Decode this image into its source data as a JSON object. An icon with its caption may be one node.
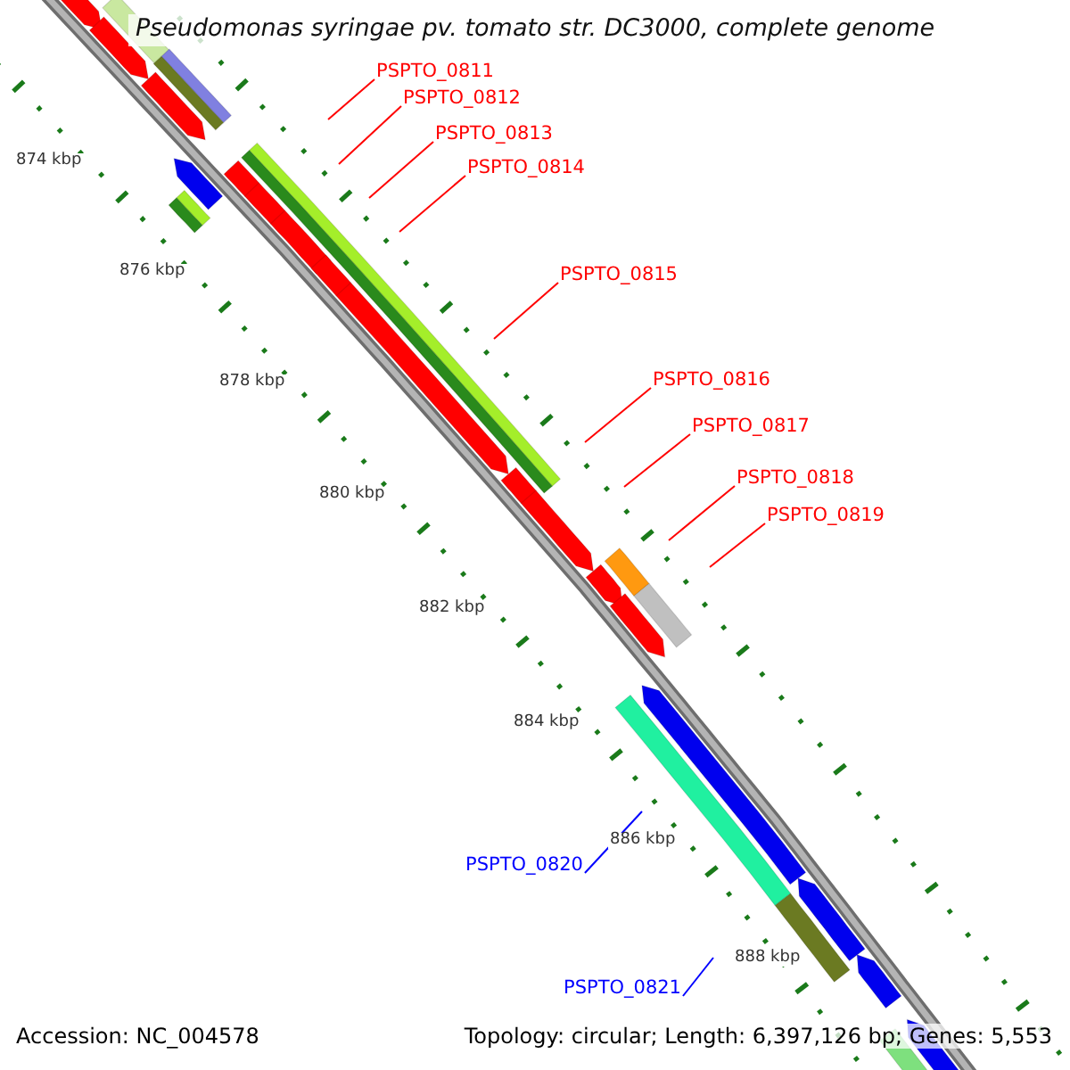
{
  "diagram": {
    "title": "Pseudomonas syringae pv. tomato str. DC3000, complete genome",
    "nodes": [
      {
        "text": [
          "PSPTO_0811"
        ]
      },
      {
        "text": [
          "PSPTO_0812"
        ]
      },
      {
        "text": [
          "PSPTO_0813"
        ]
      },
      {
        "text": [
          "PSPTO_0814"
        ]
      },
      {
        "text": [
          "PSPTO_0815"
        ]
      },
      {
        "text": [
          "PSPTO_0816"
        ]
      },
      {
        "text": [
          "PSPTO_0817"
        ]
      },
      {
        "text": [
          "PSPTO_0818"
        ]
      },
      {
        "text": [
          "PSPTO_0819"
        ]
      },
      {
        "text": [
          "PSPTO_0820"
        ]
      },
      {
        "text": [
          "PSPTO_0821"
        ]
      }
    ],
    "edges": [
      {
        "from": 0,
        "to": null,
        "arrow": "none"
      },
      {
        "from": 1,
        "to": null,
        "arrow": "none"
      },
      {
        "from": 2,
        "to": null,
        "arrow": "none"
      },
      {
        "from": 3,
        "to": null,
        "arrow": "none"
      },
      {
        "from": 4,
        "to": null,
        "arrow": "none"
      },
      {
        "from": 5,
        "to": null,
        "arrow": "none"
      },
      {
        "from": 6,
        "to": null,
        "arrow": "none"
      },
      {
        "from": 7,
        "to": null,
        "arrow": "none"
      },
      {
        "from": 8,
        "to": null,
        "arrow": "none"
      },
      {
        "from": 9,
        "to": null,
        "arrow": "none",
        "color": "#0000ff"
      },
      {
        "from": 10,
        "to": null,
        "arrow": "none",
        "color": "#0000ff"
      }
    ],
    "labels": [
      "874 kbp",
      "876 kbp",
      "878 kbp",
      "880 kbp",
      "882 kbp",
      "884 kbp",
      "886 kbp",
      "888 kbp",
      "Accession: NC_004578",
      "Topology: circular; Length: 6,397,126 bp; Genes: 5,553"
    ]
  }
}
